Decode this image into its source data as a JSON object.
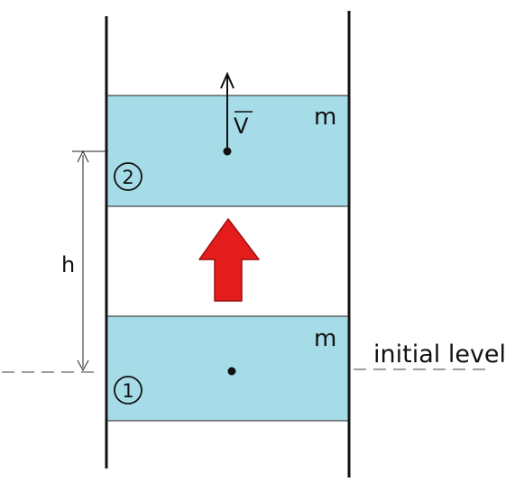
{
  "labels": {
    "mass_top": "m",
    "mass_bottom": "m",
    "velocity": "V",
    "height": "h",
    "position_top": "2",
    "position_bottom": "1",
    "initial_level": "initial level"
  },
  "colors": {
    "block_fill": "#a6dbe8",
    "block_stroke": "#222222",
    "wall": "#111111",
    "arrow_fill": "#e51c1c",
    "arrow_stroke": "#9a1010",
    "dashed_line": "#666666"
  }
}
